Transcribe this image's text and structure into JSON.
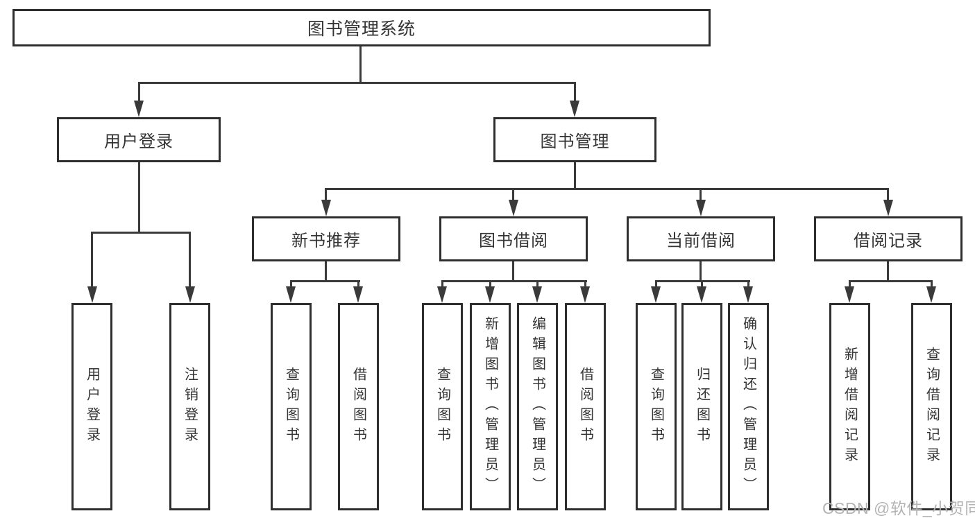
{
  "diagram": {
    "title": "图书管理系统",
    "root": "图书管理系统",
    "level2": [
      "用户登录",
      "图书管理"
    ],
    "level3": [
      "新书推荐",
      "图书借阅",
      "当前借阅",
      "借阅记录"
    ],
    "leaves": {
      "user_login": [
        "用户登录",
        "注销登录"
      ],
      "new_book": [
        "查询图书",
        "借阅图书"
      ],
      "book_borrow": [
        "查询图书",
        "新增图书（管理员）",
        "编辑图书（管理员）",
        "借阅图书"
      ],
      "current_borrow": [
        "查询图书",
        "归还图书",
        "确认归还（管理员）"
      ],
      "borrow_record": [
        "新增借阅记录",
        "查询借阅记录"
      ]
    }
  },
  "watermark": {
    "text": "CSDN @软件_小贺同学",
    "color": "#b3b3b3"
  },
  "colors": {
    "line": "#3a3a3a",
    "border": "#2e2e2e",
    "text": "#333333",
    "background": "#ffffff"
  }
}
